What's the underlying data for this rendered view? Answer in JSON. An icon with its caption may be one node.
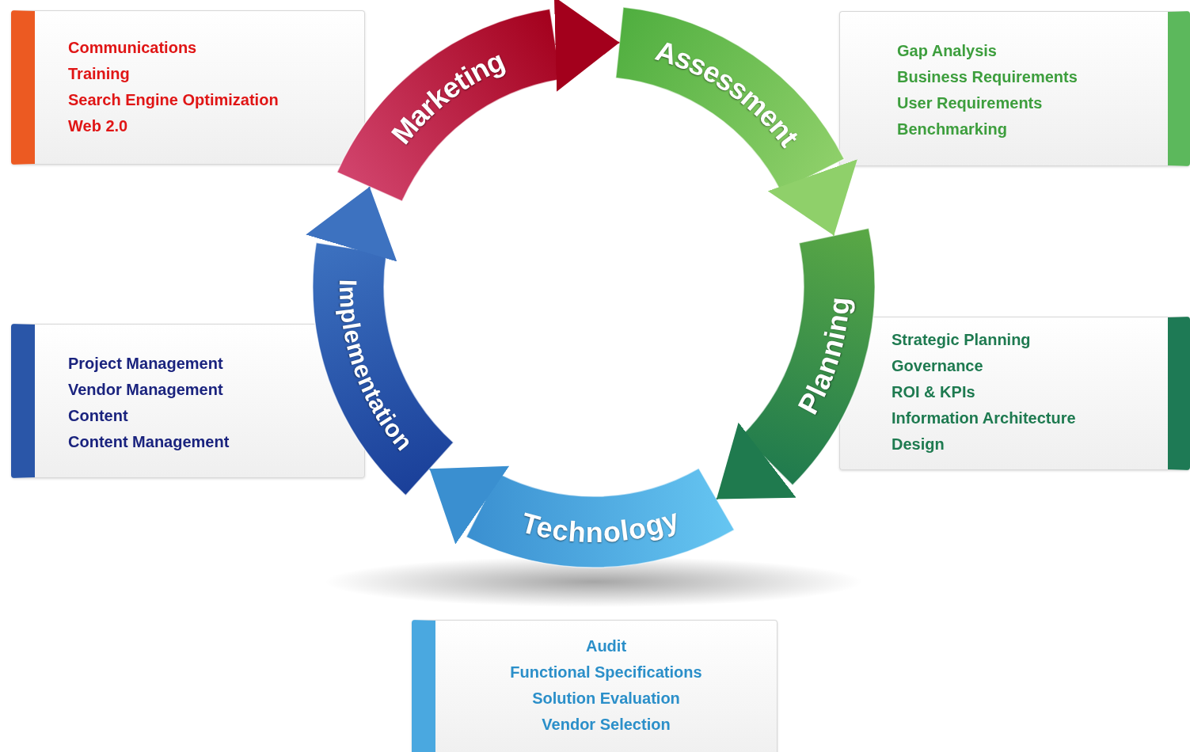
{
  "diagram": {
    "nodes": [
      {
        "text": [
          "Communications",
          "Training",
          "Search Engine Optimization",
          "Web 2.0"
        ]
      },
      {
        "text": [
          "Marketing"
        ]
      },
      {
        "text": [
          "Assessment"
        ]
      },
      {
        "text": [
          "Gap Analysis",
          "Business Requirements",
          "User Requirements",
          "Benchmarking"
        ]
      },
      {
        "text": [
          "Implementation"
        ]
      },
      {
        "text": [
          "Project Management",
          "Vendor Management",
          "Content",
          "Content Management"
        ]
      },
      {
        "text": [
          "Planning"
        ]
      },
      {
        "text": [
          "Strategic Planning",
          "Governance",
          "ROI & KPIs",
          "Information Architecture",
          "Design"
        ]
      },
      {
        "text": [
          "Technology"
        ]
      },
      {
        "text": [
          "Audit",
          "Functional Specifications",
          "Solution Evaluation",
          "Vendor Selection"
        ]
      }
    ],
    "edges": [
      {
        "from": 1,
        "to": 2,
        "arrow": "to",
        "color": "#a3001c"
      },
      {
        "from": 2,
        "to": 6,
        "arrow": "to",
        "color": "#8fd06a"
      },
      {
        "from": 6,
        "to": 8,
        "arrow": "to",
        "color": "#1f7a4e"
      },
      {
        "from": 8,
        "to": 4,
        "arrow": "to",
        "color": "#3a8fd0"
      },
      {
        "from": 4,
        "to": 1,
        "arrow": "to",
        "color": "#3d72c0"
      }
    ]
  }
}
